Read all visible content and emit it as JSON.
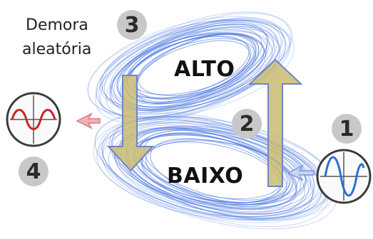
{
  "labels": {
    "delay_line1": "Demora",
    "delay_line2": "aleatória",
    "high": "ALTO",
    "low": "BAIXO"
  },
  "badges": [
    "1",
    "2",
    "3",
    "4"
  ],
  "colors": {
    "attractor_blue": "#3f6fe0",
    "arrow_fill": "#c9bc73",
    "arrow_stroke": "#6f86c4",
    "sine_input": "#2b6fd6",
    "sine_output": "#c8262a",
    "badge_gray": "#c8c8c8",
    "pointer_red": "#e07a80",
    "pointer_blue": "#7e97d8"
  },
  "icons": [
    "input-sine-icon",
    "output-sine-icon",
    "up-arrow-icon",
    "down-arrow-icon"
  ]
}
